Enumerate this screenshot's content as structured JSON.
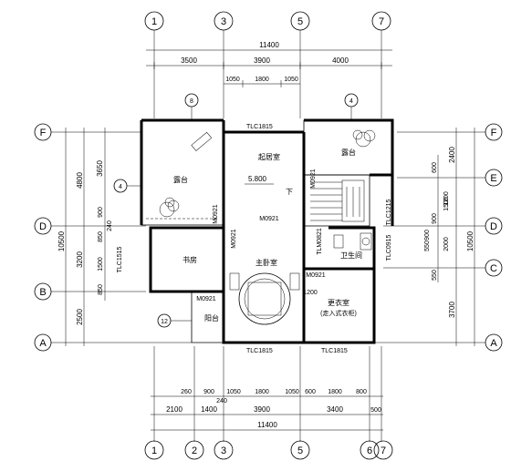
{
  "axes": {
    "top": [
      "1",
      "3",
      "5",
      "7"
    ],
    "bottom": [
      "1",
      "2",
      "3",
      "5",
      "6",
      "7"
    ],
    "left": [
      "F",
      "D",
      "B",
      "A"
    ],
    "right": [
      "F",
      "E",
      "D",
      "C",
      "A"
    ]
  },
  "dimensions": {
    "top_overall": "11400",
    "top_row2": [
      "3500",
      "3900",
      "4000"
    ],
    "top_row3": [
      "1050",
      "1800",
      "1050"
    ],
    "bottom_row1": [
      "260",
      "900",
      "1050",
      "1800",
      "1050",
      "600",
      "1800",
      "800"
    ],
    "bottom_240": "240",
    "bottom_row2": [
      "2100",
      "1400",
      "3900",
      "3400",
      "500"
    ],
    "bottom_overall": "11400",
    "left_outer": [
      "4800",
      "3200",
      "2500"
    ],
    "left_total": "10500",
    "left_inner": [
      "3650",
      "900",
      "240",
      "850",
      "1500",
      "850"
    ],
    "right_outer": [
      "2400",
      "3700"
    ],
    "right_mid": [
      "600",
      "1200",
      "900",
      "2000",
      "550"
    ],
    "right_small": [
      "1500",
      "900",
      "550"
    ],
    "right_total": "10500"
  },
  "windows": {
    "top_left": "TLC1815",
    "bottom_left": "TLC1815",
    "bottom_right": "TLC1815",
    "right_1": "TLC1215",
    "right_2": "TLC0915",
    "left_1": "TLC1515"
  },
  "doors": [
    "M0921",
    "M0921",
    "M0921",
    "M0921",
    "M0921",
    "TLM0821",
    "M0921"
  ],
  "rooms": {
    "terrace_left": "露台",
    "activity_room": "起居室",
    "terrace_right": "露台",
    "study": "书房",
    "master_bedroom": "主卧室",
    "bathroom": "卫生间",
    "closet": "更衣室",
    "closet_note": "(走入式衣柜)",
    "balcony": "阳台"
  },
  "annotations": {
    "elevation": "5.800",
    "stair_arrow": "下",
    "detail_1": "1200",
    "section_mark_top_left": "8",
    "section_mark_top_right": "4",
    "section_mark_left": "4",
    "section_mark_bottom_left": "12"
  }
}
